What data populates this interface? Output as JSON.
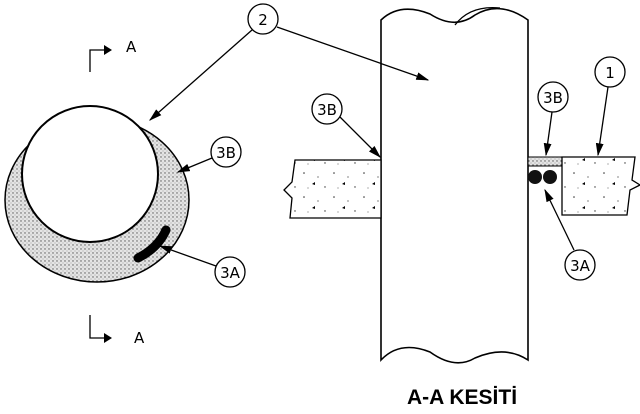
{
  "title": "A-A KESİTİ",
  "section_marks": {
    "top": "A",
    "bottom": "A"
  },
  "callouts": {
    "c2": "2",
    "c3b_left_view": "3B",
    "c3a_left_view": "3A",
    "c3b_section_left": "3B",
    "c3b_section_right": "3B",
    "c1": "1",
    "c3a_section": "3A"
  }
}
